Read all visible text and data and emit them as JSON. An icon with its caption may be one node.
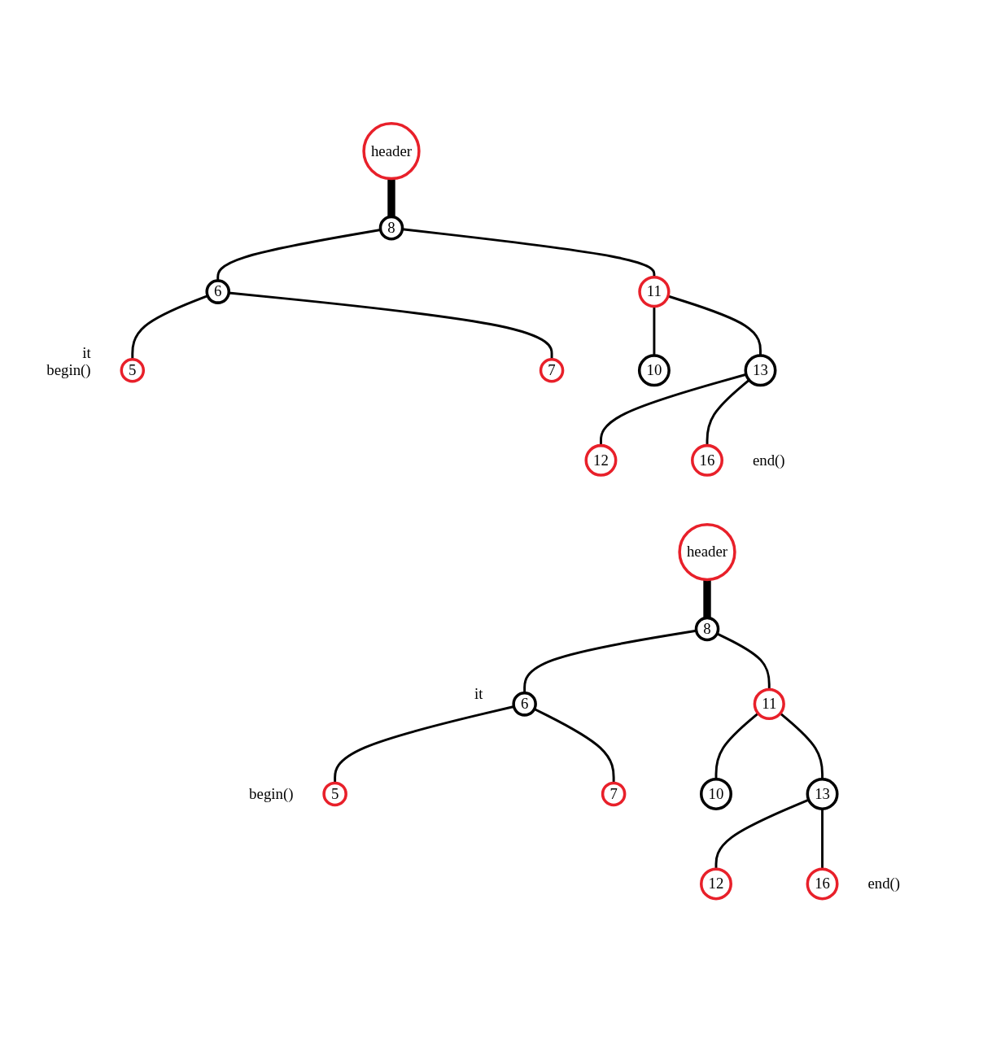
{
  "diagram": {
    "nodes": [
      {
        "text": [
          "header"
        ]
      },
      {
        "text": [
          "8"
        ]
      },
      {
        "text": [
          "6"
        ]
      },
      {
        "text": [
          "11"
        ]
      },
      {
        "text": [
          "5"
        ],
        "beside": [
          "it",
          "begin()"
        ]
      },
      {
        "text": [
          "7"
        ]
      },
      {
        "text": [
          "10"
        ]
      },
      {
        "text": [
          "13"
        ]
      },
      {
        "text": [
          "12"
        ]
      },
      {
        "text": [
          "16"
        ],
        "beside": [
          "end()"
        ]
      },
      {
        "text": [
          "header"
        ]
      },
      {
        "text": [
          "8"
        ]
      },
      {
        "text": [
          "6"
        ],
        "beside": [
          "it"
        ]
      },
      {
        "text": [
          "11"
        ]
      },
      {
        "text": [
          "5"
        ],
        "beside": [
          "begin()"
        ]
      },
      {
        "text": [
          "7"
        ]
      },
      {
        "text": [
          "10"
        ]
      },
      {
        "text": [
          "13"
        ]
      },
      {
        "text": [
          "12"
        ]
      },
      {
        "text": [
          "16"
        ],
        "beside": [
          "end()"
        ]
      }
    ],
    "edges": [
      {
        "from": 0,
        "to": 1,
        "arrow": "none",
        "style": "thick"
      },
      {
        "from": 1,
        "to": 2,
        "arrow": "none"
      },
      {
        "from": 1,
        "to": 3,
        "arrow": "none"
      },
      {
        "from": 2,
        "to": 4,
        "arrow": "none"
      },
      {
        "from": 2,
        "to": 5,
        "arrow": "none"
      },
      {
        "from": 3,
        "to": 6,
        "arrow": "none"
      },
      {
        "from": 3,
        "to": 7,
        "arrow": "none"
      },
      {
        "from": 7,
        "to": 8,
        "arrow": "none"
      },
      {
        "from": 7,
        "to": 9,
        "arrow": "none"
      },
      {
        "from": 10,
        "to": 11,
        "arrow": "none",
        "style": "thick"
      },
      {
        "from": 11,
        "to": 12,
        "arrow": "none"
      },
      {
        "from": 11,
        "to": 13,
        "arrow": "none"
      },
      {
        "from": 12,
        "to": 14,
        "arrow": "none"
      },
      {
        "from": 12,
        "to": 15,
        "arrow": "none"
      },
      {
        "from": 13,
        "to": 16,
        "arrow": "none"
      },
      {
        "from": 13,
        "to": 17,
        "arrow": "none"
      },
      {
        "from": 17,
        "to": 18,
        "arrow": "none"
      },
      {
        "from": 17,
        "to": 19,
        "arrow": "none"
      }
    ]
  }
}
